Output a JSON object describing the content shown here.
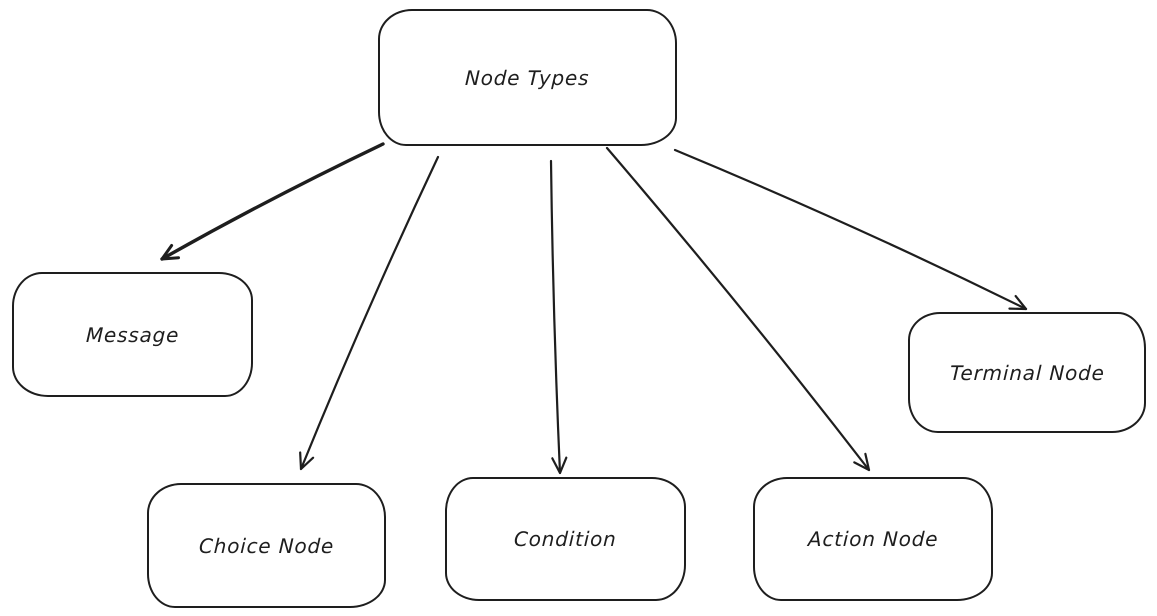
{
  "colors": {
    "stroke": "#1e1e1e",
    "fill": "#ffffff",
    "text": "#1e1e1e",
    "background": "#ffffff"
  },
  "nodes": {
    "node_types": {
      "label": "Node Types"
    },
    "message": {
      "label": "Message"
    },
    "choice_node": {
      "label": "Choice Node"
    },
    "condition": {
      "label": "Condition"
    },
    "action_node": {
      "label": "Action Node"
    },
    "terminal_node": {
      "label": "Terminal Node"
    }
  },
  "edges": [
    {
      "from": "node_types",
      "to": "message"
    },
    {
      "from": "node_types",
      "to": "choice_node"
    },
    {
      "from": "node_types",
      "to": "condition"
    },
    {
      "from": "node_types",
      "to": "action_node"
    },
    {
      "from": "node_types",
      "to": "terminal_node"
    }
  ]
}
